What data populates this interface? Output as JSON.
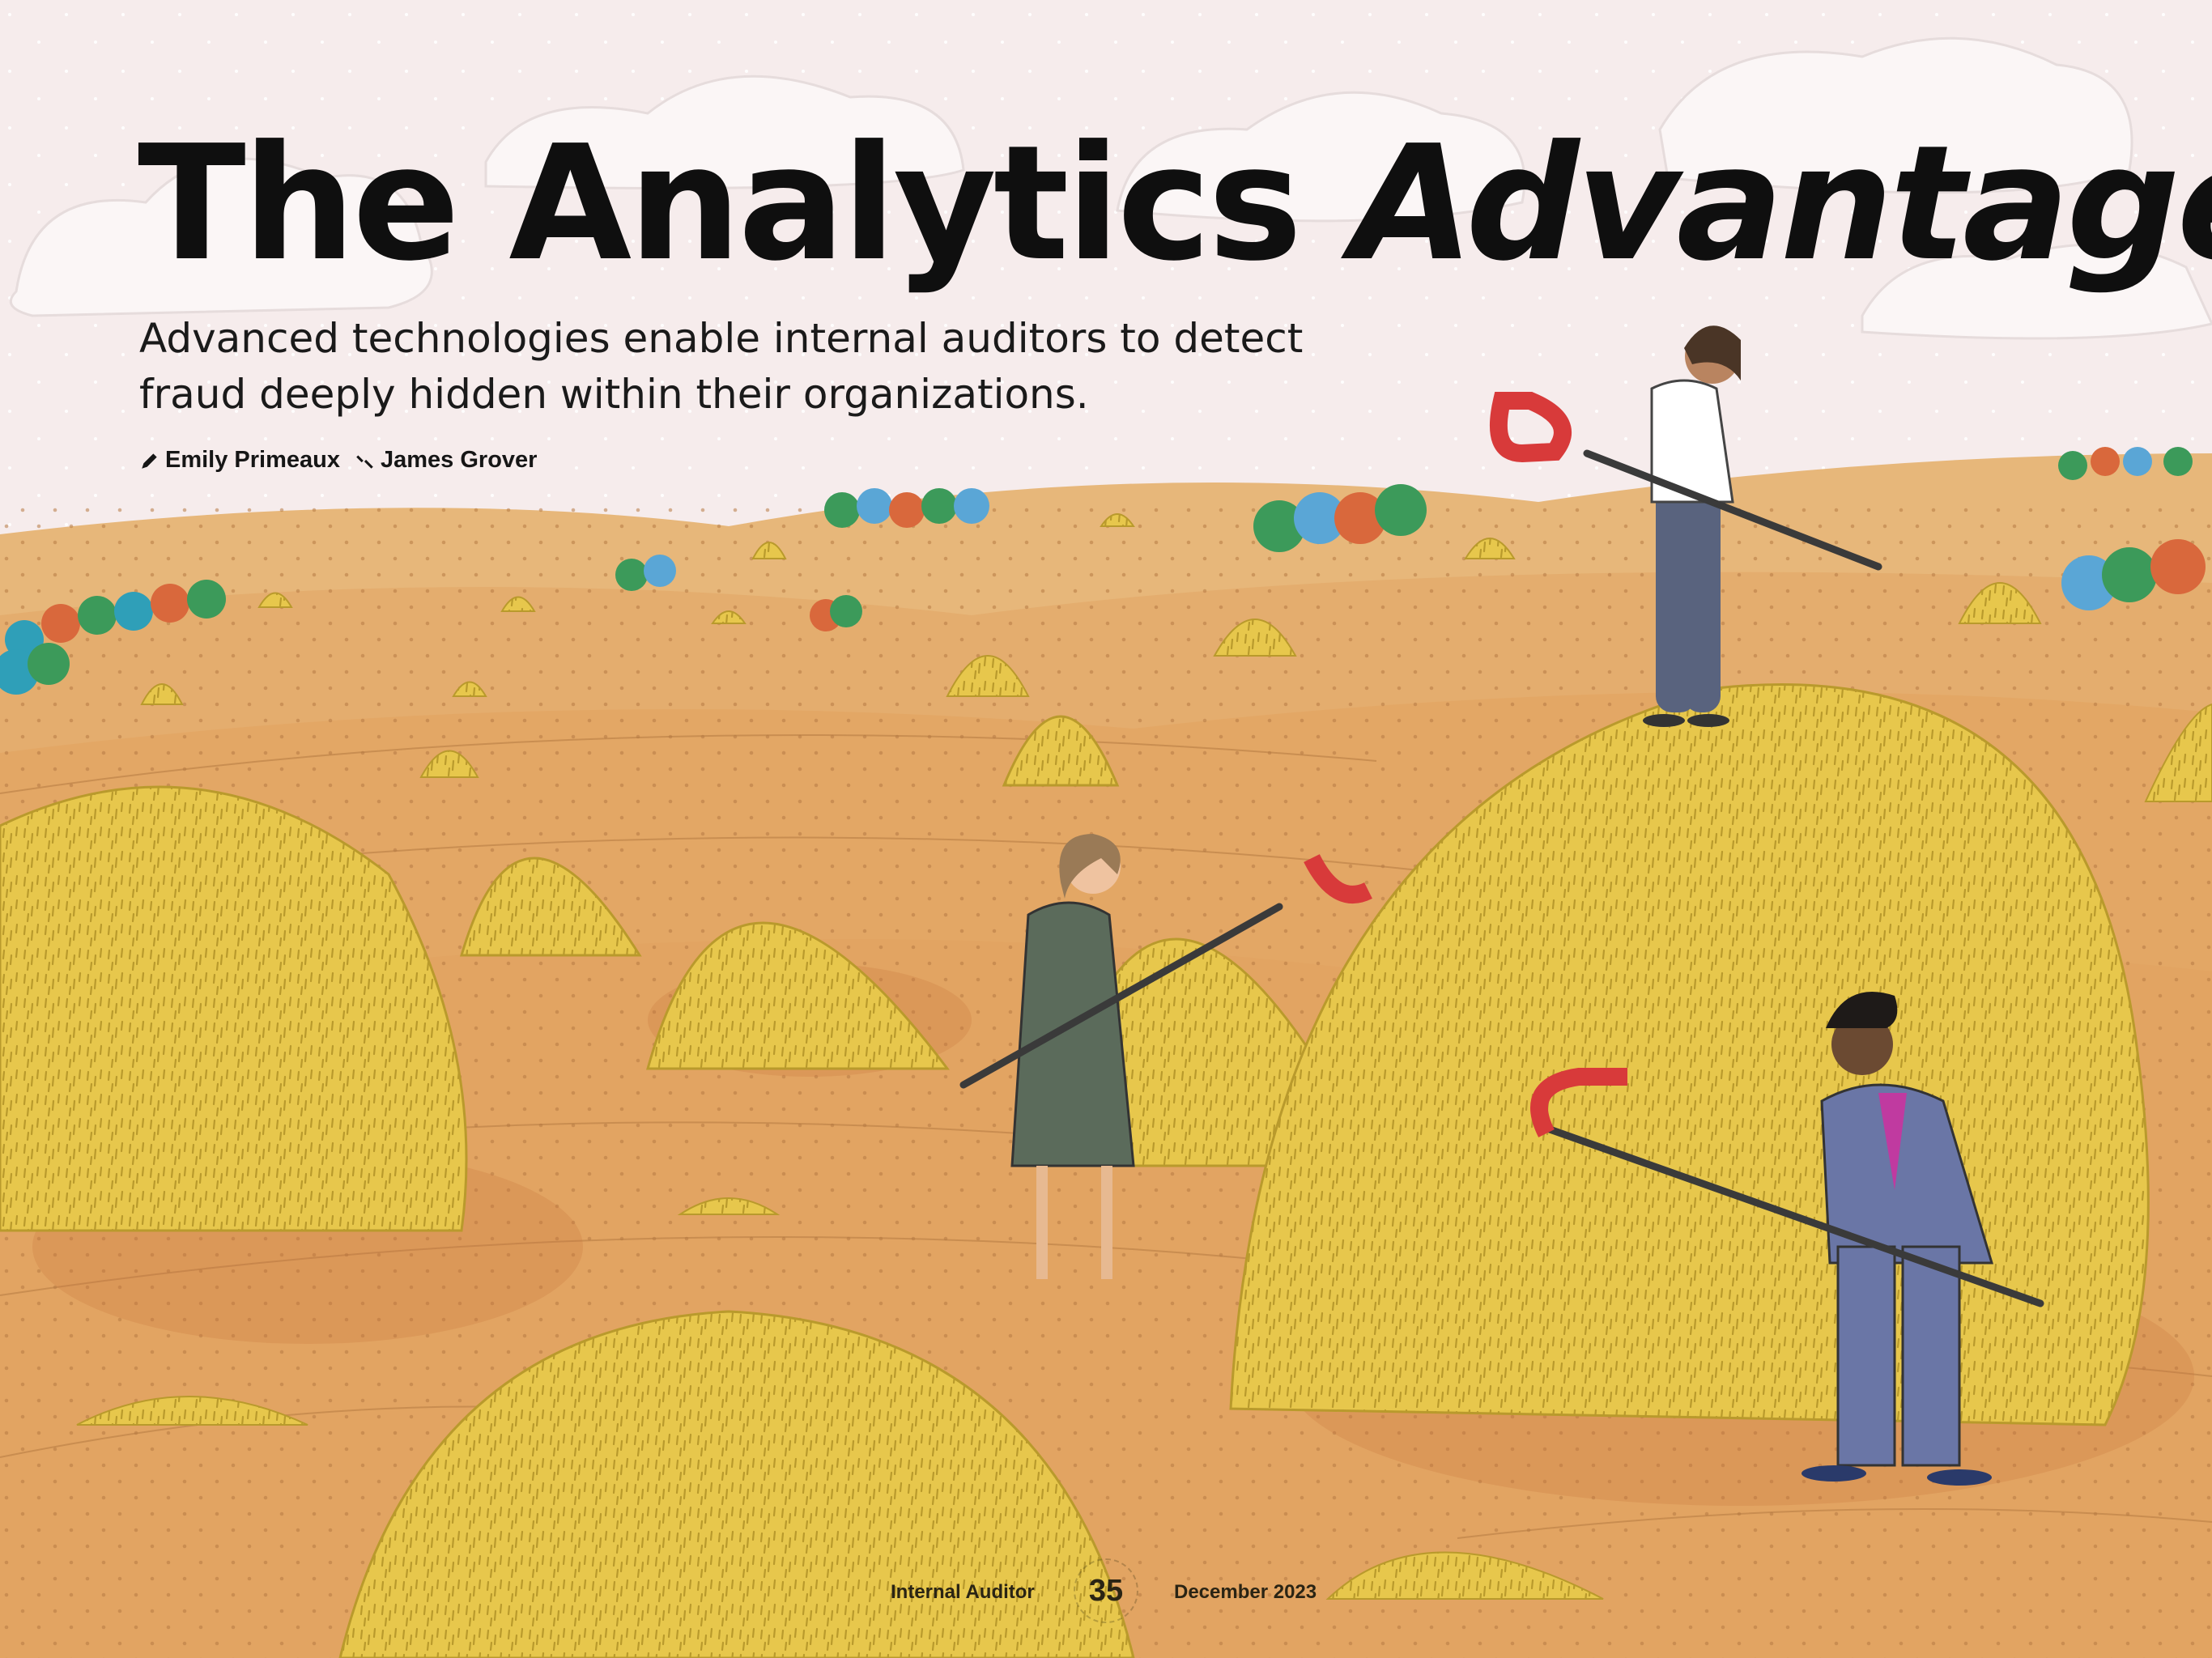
{
  "headline": {
    "regular": "The Analytics ",
    "italic": "Advantage"
  },
  "deck": "Advanced technologies enable internal auditors to detect fraud deeply hidden within their organizations.",
  "byline": {
    "author": "Emily Primeaux",
    "author_icon": "pencil-icon",
    "illustrator": "James Grover",
    "illustrator_icon": "brush-icon"
  },
  "folio": {
    "publication": "Internal Auditor",
    "page_number": "35",
    "date": "December 2023"
  },
  "colors": {
    "sky": "#f7eeee",
    "field": "#e2a968",
    "hay": "#e6c64a",
    "magnet_red": "#d83a3a",
    "suit_blue": "#6a76a6",
    "dress_green": "#5b6b5b"
  }
}
